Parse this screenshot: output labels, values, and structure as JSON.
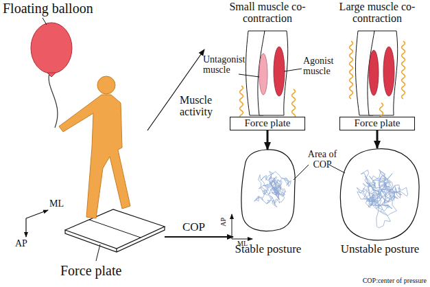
{
  "diagram": {
    "nodes": [
      {
        "text": [
          "Force plate"
        ]
      },
      {
        "text": [
          "Force plate"
        ]
      },
      {
        "text": [
          "Stable posture"
        ]
      },
      {
        "text": [
          "Unstable posture"
        ]
      }
    ],
    "edges": [
      {
        "from": 0,
        "to": 2,
        "arrow": "to"
      },
      {
        "from": 1,
        "to": 3,
        "arrow": "to"
      }
    ],
    "labels": [
      "Floating balloon",
      "Small muscle co-contraction",
      "Large muscle co-contraction",
      "Untagonist muscle",
      "Agonist muscle",
      "Muscle activity",
      "ML",
      "AP",
      "COP",
      "Area of COP",
      "AP",
      "ML",
      "Force plate",
      "COP:center of pressure"
    ]
  }
}
